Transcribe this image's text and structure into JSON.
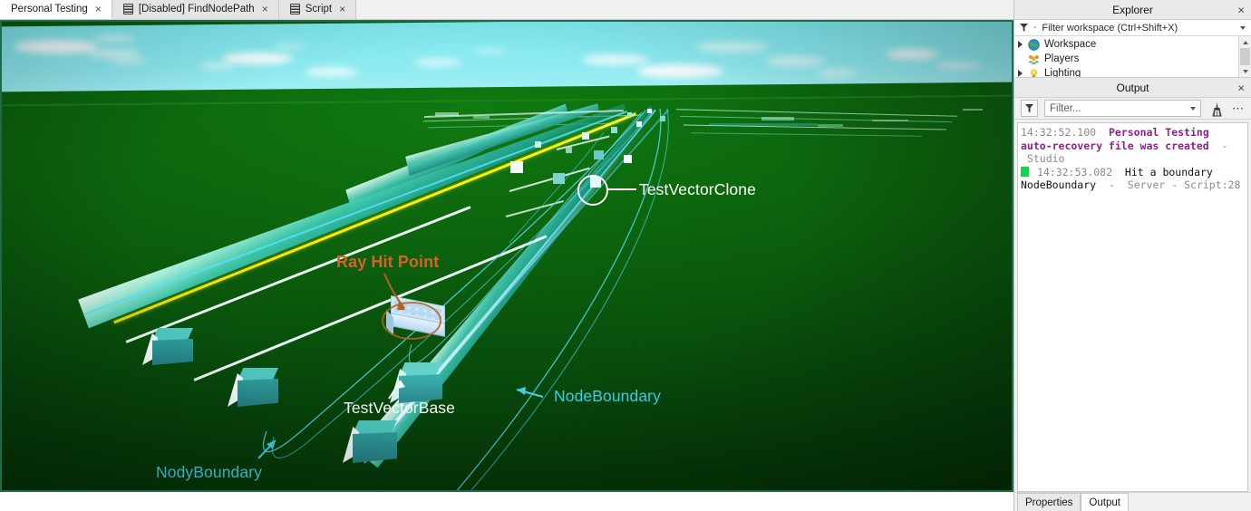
{
  "tabs": [
    {
      "label": "Personal Testing",
      "icon": "none",
      "active": true,
      "close": "×"
    },
    {
      "label": "[Disabled] FindNodePath",
      "icon": "script-icon",
      "active": false,
      "close": "×"
    },
    {
      "label": "Script",
      "icon": "script-icon",
      "active": false,
      "close": "×"
    }
  ],
  "viewport": {
    "annotations": [
      {
        "text": "TestVectorClone",
        "color": "#ffffff",
        "kind": "white-leader"
      },
      {
        "text": "Ray Hit Point",
        "color": "#d4622a",
        "kind": "orange-arrow"
      },
      {
        "text": "TestVectorBase",
        "color": "#ffffff",
        "kind": "white-arrow"
      },
      {
        "text": "NodeBoundary",
        "color": "#3fd2ef",
        "kind": "cyan-arrow-left"
      },
      {
        "text": "NodyBoundary",
        "color": "#3fd2ef",
        "kind": "cyan-arrow-up"
      }
    ],
    "colors": {
      "sky": "#8ceaf0",
      "ground": "#0b620c",
      "ribbon": "#2fb8a8",
      "cube": "#2e9e9e",
      "ray": "#ffe800",
      "outline": "#3fd2ef",
      "hit_brick": "#b9dcf2"
    }
  },
  "explorer": {
    "title": "Explorer",
    "close_label": "×",
    "filter_placeholder": "Filter workspace (Ctrl+Shift+X)",
    "items": [
      {
        "label": "Workspace",
        "icon": "globe-icon",
        "expandable": true
      },
      {
        "label": "Players",
        "icon": "people-icon",
        "expandable": false
      },
      {
        "label": "Lighting",
        "icon": "lightbulb-icon",
        "expandable": true
      }
    ]
  },
  "output": {
    "title": "Output",
    "close_label": "×",
    "filter_placeholder": "Filter...",
    "toolbar": {
      "filter_icon": "funnel-icon",
      "clear_icon": "broom-icon",
      "more_label": "⋯"
    },
    "entries": [
      {
        "chip": false,
        "timestamp": "14:32:52.100",
        "message": "Personal Testing auto-recovery file was created",
        "separator": "-",
        "source": "Studio",
        "style": "purple"
      },
      {
        "chip": true,
        "timestamp": "14:32:53.082",
        "message": "Hit a boundary NodeBoundary",
        "separator": "-",
        "source": "Server - Script:28",
        "style": "dark"
      }
    ]
  },
  "dock_tabs": [
    {
      "label": "Properties",
      "active": false
    },
    {
      "label": "Output",
      "active": true
    }
  ]
}
